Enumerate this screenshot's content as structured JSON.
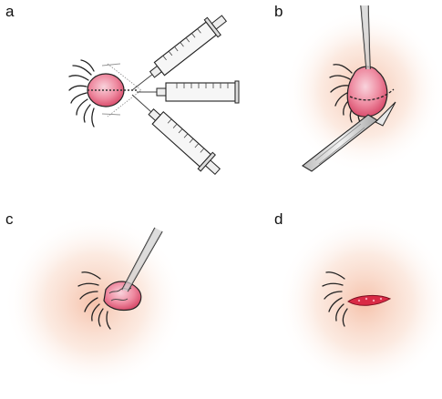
{
  "panels": {
    "a": {
      "label": "a"
    },
    "b": {
      "label": "b"
    },
    "c": {
      "label": "c"
    },
    "d": {
      "label": "d"
    }
  },
  "colors": {
    "lesion_fill": "#e96a86",
    "lesion_highlight": "#f7c7d2",
    "glow": "#f6c9b4",
    "outline": "#222222",
    "syringe_fill": "#f4f4f4",
    "instrument_fill": "#d8d8d8",
    "wound": "#d92a45"
  }
}
